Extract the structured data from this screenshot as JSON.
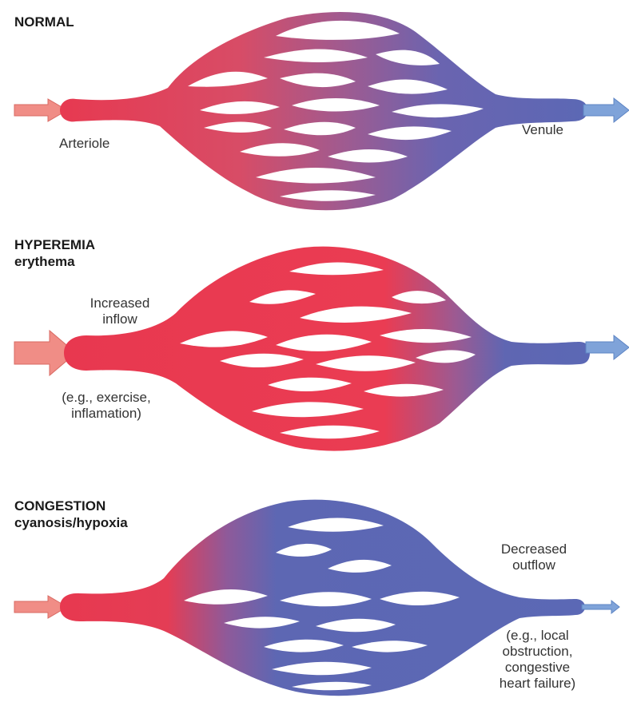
{
  "colors": {
    "arterial": "#e8384f",
    "venous": "#5b68b5",
    "mixed": "#8e5a9a",
    "inflow_arrow": "#f08d86",
    "outflow_arrow": "#7fa3d9"
  },
  "panels": [
    {
      "title": "NORMAL",
      "subtitle": "",
      "labels": {
        "arteriole": "Arteriole",
        "venule": "Venule"
      }
    },
    {
      "title": "HYPEREMIA",
      "subtitle": "erythema",
      "labels": {
        "inflow_line1": "Increased",
        "inflow_line2": "inflow",
        "cause_line1": "(e.g., exercise,",
        "cause_line2": "inflamation)"
      }
    },
    {
      "title": "CONGESTION",
      "subtitle": "cyanosis/hypoxia",
      "labels": {
        "outflow_line1": "Decreased",
        "outflow_line2": "outflow",
        "cause_line1": "(e.g., local",
        "cause_line2": "obstruction,",
        "cause_line3": "congestive",
        "cause_line4": "heart failure)"
      }
    }
  ]
}
